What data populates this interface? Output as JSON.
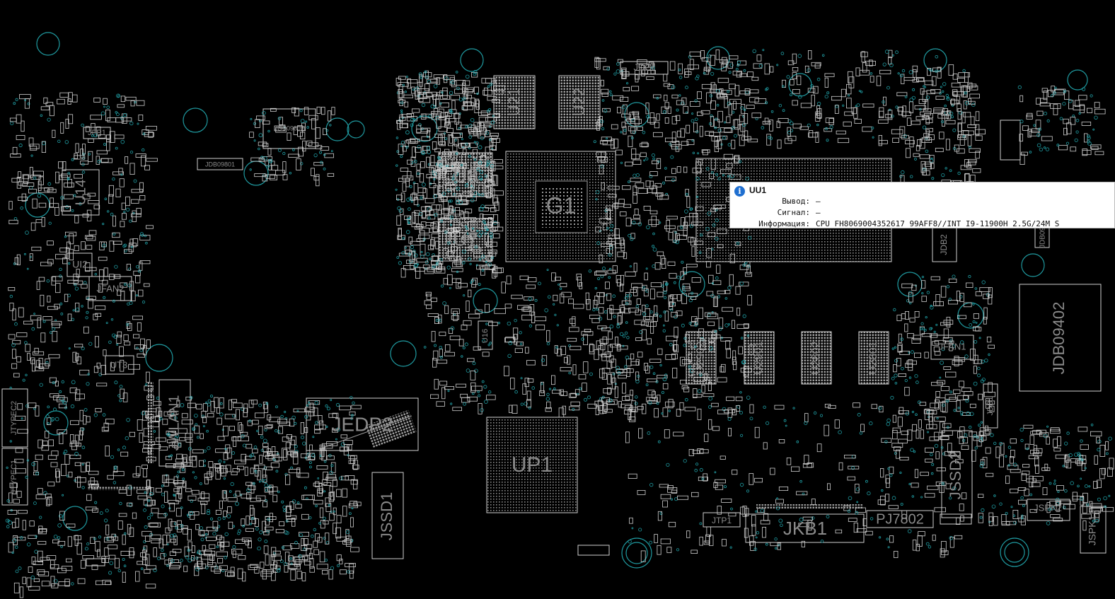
{
  "board": {
    "background": "#000000",
    "outline_color": "#cfcfcf",
    "label_color": "#8a8a8a",
    "via_color": "#1f9aa0",
    "components": [
      {
        "ref": "G1",
        "size": "big"
      },
      {
        "ref": "U8",
        "size": "big"
      },
      {
        "ref": "U7",
        "size": "big"
      },
      {
        "ref": "U21",
        "size": "big"
      },
      {
        "ref": "U22",
        "size": "big"
      },
      {
        "ref": "UP1",
        "size": "big"
      },
      {
        "ref": "JEDP2",
        "size": "big"
      },
      {
        "ref": "JKB1",
        "size": "big"
      },
      {
        "ref": "PJ7802",
        "size": "mid"
      },
      {
        "ref": "JSSD1",
        "size": "big"
      },
      {
        "ref": "JSSD2",
        "size": "big"
      },
      {
        "ref": "JWLAN1",
        "size": "big"
      },
      {
        "ref": "U14",
        "size": "big"
      },
      {
        "ref": "UI2",
        "size": "mid"
      },
      {
        "ref": "JFAN2",
        "size": "mid"
      },
      {
        "ref": "JFAN1",
        "size": "mid"
      },
      {
        "ref": "JDB09402",
        "size": "big"
      },
      {
        "ref": "JDB09801",
        "size": "small"
      },
      {
        "ref": "JDB09802",
        "size": "small"
      },
      {
        "ref": "JDCI",
        "size": "small"
      },
      {
        "ref": "JFP1",
        "size": "small"
      },
      {
        "ref": "JTYPEC1",
        "size": "small"
      },
      {
        "ref": "JTYPEC2",
        "size": "small"
      },
      {
        "ref": "JSPK1",
        "size": "small"
      },
      {
        "ref": "JSPK2",
        "size": "small"
      },
      {
        "ref": "JTP1",
        "size": "small"
      },
      {
        "ref": "UT3",
        "size": "small"
      },
      {
        "ref": "U16",
        "size": "small"
      },
      {
        "ref": "U2902",
        "size": "mid"
      },
      {
        "ref": "U2901",
        "size": "mid"
      },
      {
        "ref": "U2802",
        "size": "mid"
      },
      {
        "ref": "U2801",
        "size": "mid"
      },
      {
        "ref": "JDB2",
        "size": "small"
      },
      {
        "ref": "JDB1",
        "size": "small"
      },
      {
        "ref": "JDB09",
        "size": "small"
      }
    ]
  },
  "tooltip": {
    "title": "UU1",
    "rows": [
      {
        "key": "Вывод:",
        "value": "—"
      },
      {
        "key": "Сигнал:",
        "value": "—"
      },
      {
        "key": "Информация:",
        "value": "CPU FH8069004352617 99AFF8//INT I9-11900H 2.5G/24M S"
      }
    ]
  }
}
